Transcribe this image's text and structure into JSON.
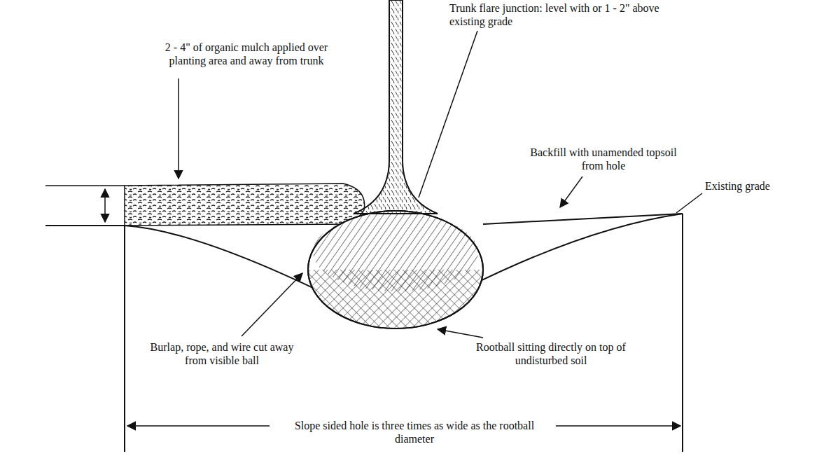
{
  "diagram": {
    "labels": [
      "Trunk flare junction: level with or 1 - 2\" above existing grade",
      "2 - 4\" of organic mulch applied over planting area and away from trunk",
      "Backfill with unamended topsoil from hole",
      "Existing grade",
      "Burlap, rope, and wire cut away from visible ball",
      "Rootball sitting directly on top of undisturbed soil",
      "Slope sided hole is three times as wide as the rootball diameter"
    ]
  }
}
